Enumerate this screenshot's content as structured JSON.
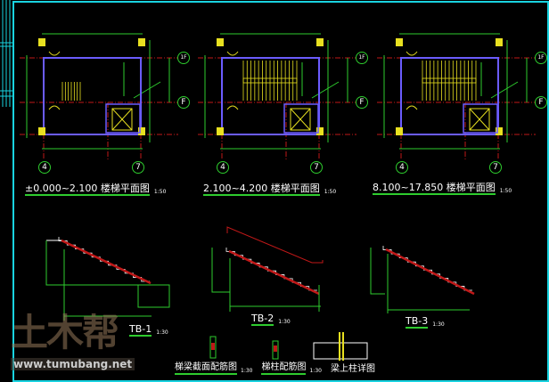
{
  "plans": [
    {
      "title": "±0.000~2.100  楼梯平面图",
      "scale": "1:50",
      "axes": {
        "left": "4",
        "right": "7",
        "top": "1F",
        "bottom": "F"
      }
    },
    {
      "title": "2.100~4.200  楼梯平面图",
      "scale": "1:50",
      "axes": {
        "left": "4",
        "right": "7",
        "top": "1F",
        "bottom": "F"
      }
    },
    {
      "title": "8.100~17.850  楼梯平面图",
      "scale": "1:50",
      "axes": {
        "left": "4",
        "right": "7",
        "top": "1F",
        "bottom": "F"
      }
    }
  ],
  "sections": [
    {
      "label": "TB-1",
      "scale": "1:30"
    },
    {
      "label": "TB-2",
      "scale": "1:30"
    },
    {
      "label": "TB-3",
      "scale": "1:30"
    }
  ],
  "details": [
    {
      "label": "梯梁截面配筋图",
      "scale": "1:30"
    },
    {
      "label": "梯柱配筋图",
      "scale": "1:30"
    },
    {
      "label": "梁上柱详图"
    }
  ],
  "watermark": {
    "logo": "土木帮",
    "url": "www.tumubang.net"
  },
  "colors": {
    "frame": "#19d3e0",
    "axis": "#c01818",
    "dim": "#2ecc2e",
    "wall": "#6b5cff",
    "column": "#e8e020"
  }
}
